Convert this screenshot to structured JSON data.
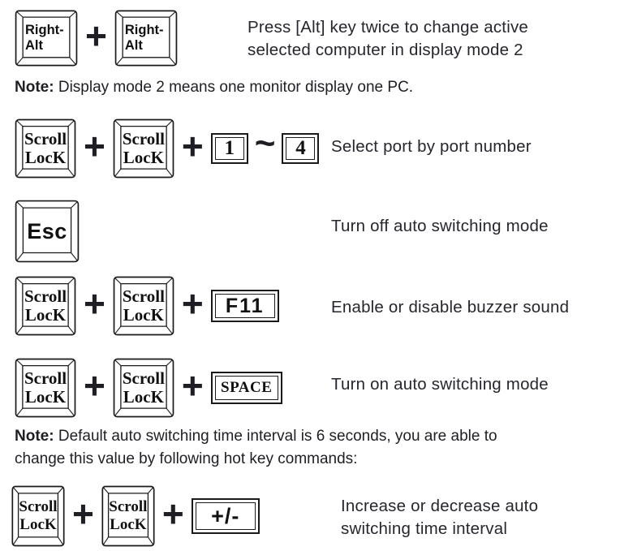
{
  "colors": {
    "background": "#ffffff",
    "ink": "#26262e",
    "line": "#1a1a1a"
  },
  "keys": {
    "right_alt": {
      "line1": "Right-",
      "line2": "Alt"
    },
    "scroll_lock": {
      "line1": "Scroll",
      "line2": "LocK"
    },
    "esc": {
      "label": "Esc"
    },
    "num1": {
      "label": "1"
    },
    "num4": {
      "label": "4"
    },
    "f11": {
      "label": "F11"
    },
    "space": {
      "label": "SPACE"
    },
    "plus_minus": {
      "label": "+/-"
    }
  },
  "operators": {
    "plus": "+",
    "tilde": "~"
  },
  "rows": {
    "alt_switch": {
      "desc_line1": "Press [Alt] key twice to change active",
      "desc_line2": "selected computer in display mode 2"
    },
    "select_port": {
      "desc": "Select port by port number"
    },
    "esc_row": {
      "desc": "Turn off auto switching mode"
    },
    "buzzer": {
      "desc": "Enable or disable buzzer sound"
    },
    "auto_on": {
      "desc": "Turn on auto switching mode"
    },
    "interval": {
      "desc_line1": "Increase or decrease auto",
      "desc_line2": "switching time interval"
    }
  },
  "notes": {
    "note1": {
      "label": "Note:",
      "text": " Display mode 2 means one monitor display one PC."
    },
    "note2": {
      "label": "Note:",
      "line1": " Default auto switching time interval is 6 seconds, you are able to",
      "line2": "change this value by following hot key commands:"
    }
  }
}
